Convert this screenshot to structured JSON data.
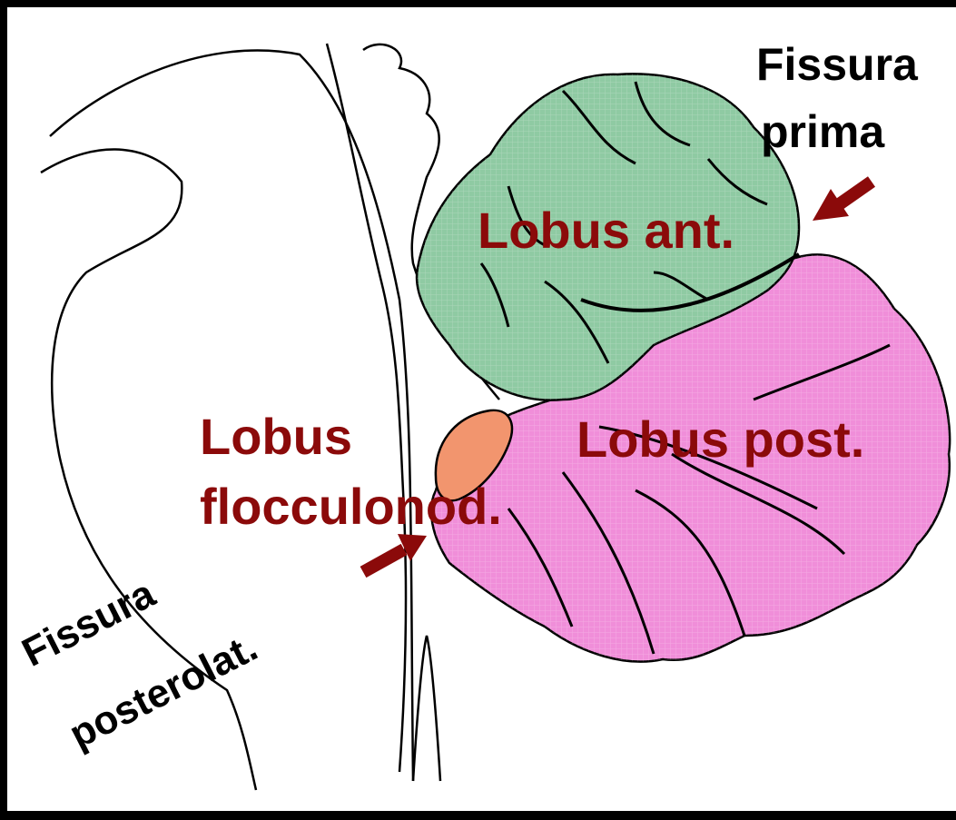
{
  "labels": {
    "fissura_prima": {
      "line1": "Fissura",
      "line2": "prima"
    },
    "lobus_ant": "Lobus ant.",
    "lobus_post": "Lobus post.",
    "lobus_flocculonod": {
      "line1": "Lobus",
      "line2": "flocculonod."
    },
    "fissura_posterolat": {
      "line1": "Fissura",
      "line2": "posterolat."
    }
  },
  "colors": {
    "background_frame": "#000000",
    "canvas": "#ffffff",
    "lobus_anterior_fill": "#8fcaa3",
    "lobus_posterior_fill": "#f08ed9",
    "flocculonodular_fill": "#f2956e",
    "label_dark_red": "#8b0a0a",
    "arrow_color": "#8b0a0a",
    "outline": "#000000"
  }
}
